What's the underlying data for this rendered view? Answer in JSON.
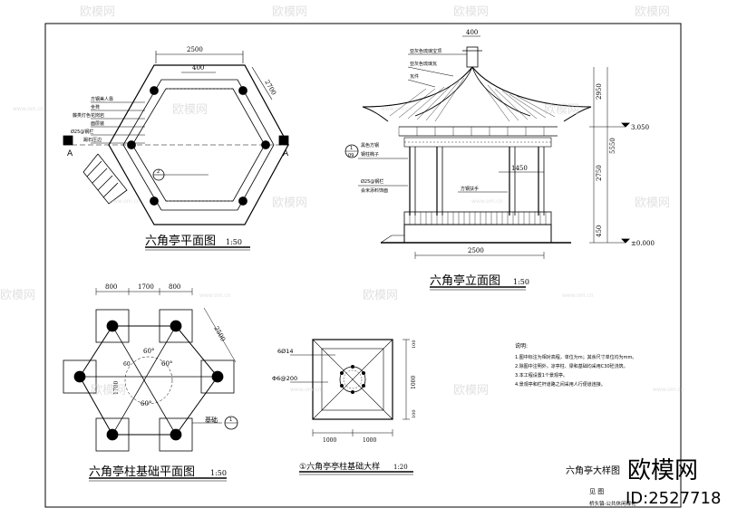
{
  "watermarks": {
    "brand": "欧模网",
    "url": "www.om.cn",
    "corner_logo": "欧模网",
    "corner_id": "ID:2527718"
  },
  "plan_view": {
    "title": "六角亭平面图",
    "scale": "1:50",
    "dims": {
      "width": "2500",
      "inner": "400",
      "side": "2700"
    },
    "section_mark": "A",
    "callouts": [
      "方钢美人靠",
      "坐凳",
      "藤类灯色花岗岩",
      "面层装",
      "Ø25@钢栏",
      "踢石压边"
    ],
    "detail_ref": "2"
  },
  "elevation_view": {
    "title": "六角亭立面图",
    "scale": "1:50",
    "callouts": [
      "亚灰色琉璃宝顶",
      "亚灰色琉璃瓦",
      "瓦件",
      "黑色方钢\n钢柱椭子",
      "Ø25@钢栏\n会米添料饰面",
      "方钢扶手"
    ],
    "detail_ref_top": "1",
    "detail_ref_bottom": "09",
    "dims": {
      "top": "400",
      "base_width": "2500",
      "offset": "1450",
      "h1": "2950",
      "h2": "5550",
      "h3": "2750",
      "h4": "450"
    },
    "levels": {
      "roof": "3.050",
      "ground": "±0.000"
    }
  },
  "foundation_plan": {
    "title": "六角亭柱基础平面图",
    "scale": "1:50",
    "dims": {
      "a": "800",
      "b": "1700",
      "c": "800",
      "d": "2500",
      "e": "60",
      "f": "1700"
    },
    "angle": "60°",
    "label": "基础",
    "detail_ref": "1"
  },
  "foundation_detail": {
    "title": "①六角亭亭柱基础大样",
    "scale": "1:20",
    "rebar_top": "6Ø14",
    "rebar_side": "Φ6@200",
    "dims": {
      "w": "1000",
      "h": "1000",
      "sub1": "100",
      "sub2": "100"
    }
  },
  "notes": {
    "heading": "说明:",
    "lines": [
      "1.图中标注为相对高程，单位为m；其余尺寸单位均为mm。",
      "2.除图中注明外，凉亭柱、梁和基础均采用C30砼浇筑。",
      "3.本工程设置1个景观亭。",
      "4.景观亭和栏杆道路之间采用人行便道连接。"
    ]
  },
  "title_block": {
    "drawing_title": "六角亭大样图",
    "view": "见  图",
    "project": "桥头镇-公共休闲绿化"
  }
}
